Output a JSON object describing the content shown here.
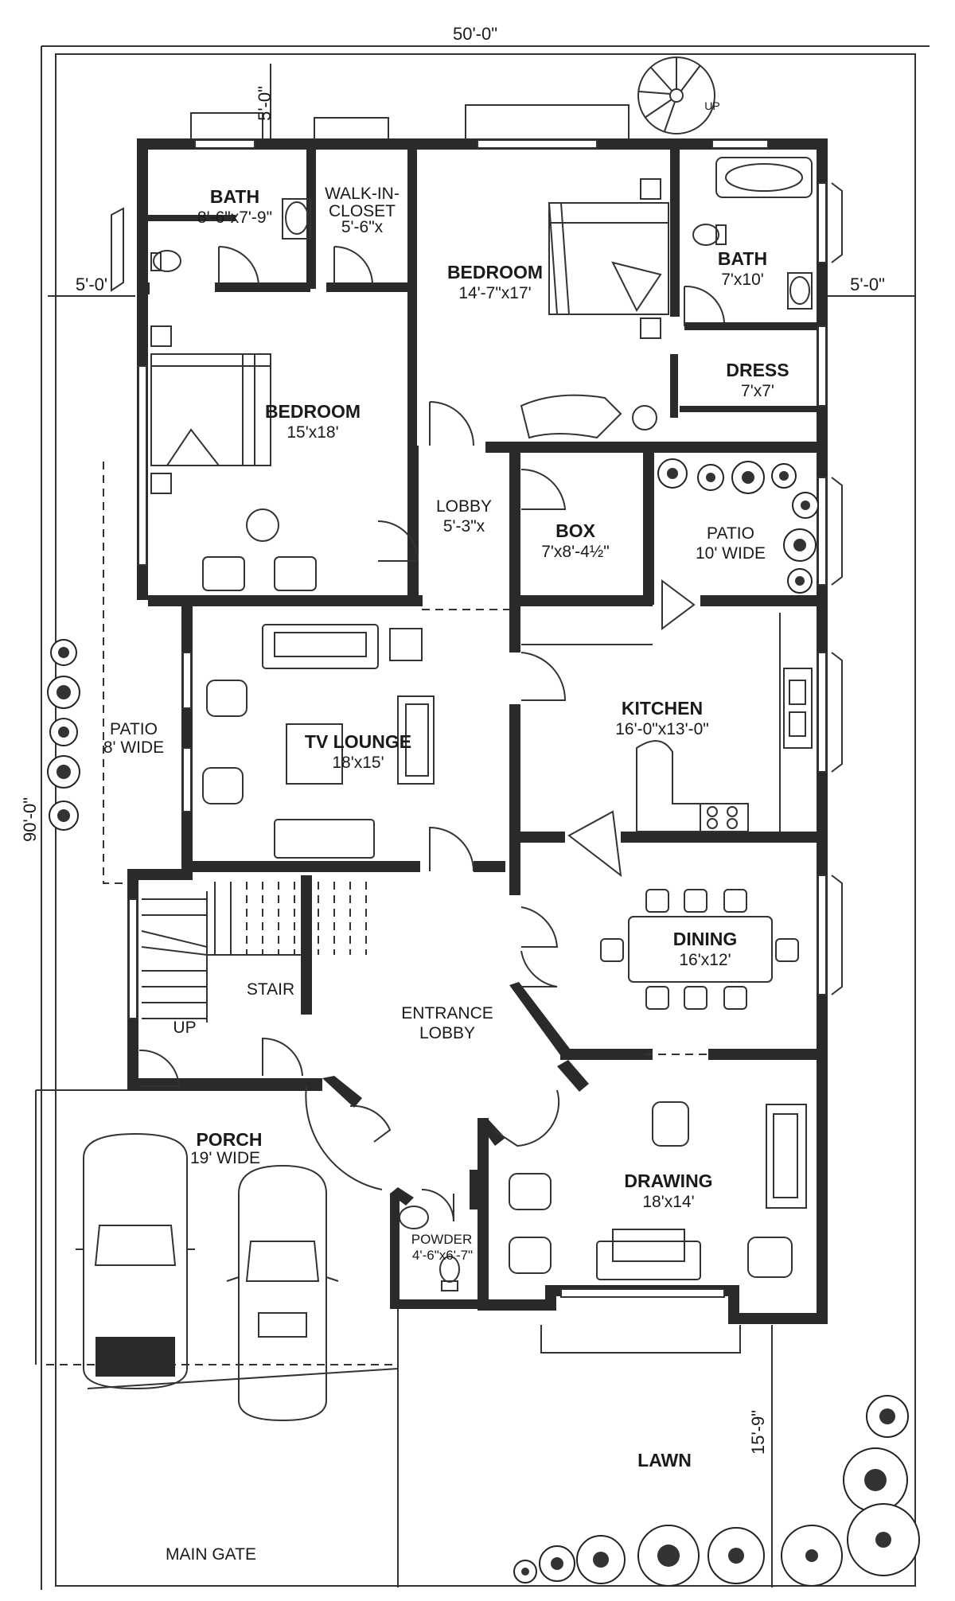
{
  "dimensions": {
    "top_width": "50'-0\"",
    "front_setback": "5'-0\"",
    "left_setback": "5'-0'",
    "right_setback": "5'-0\"",
    "depth": "90'-0\"",
    "lawn_depth": "15'-9\""
  },
  "rooms": {
    "bath_left": {
      "name": "BATH",
      "size": "8'-6\"x7'-9\""
    },
    "walk_in_closet": {
      "name_line1": "WALK-IN-",
      "name_line2": "CLOSET",
      "size": "5'-6\"x"
    },
    "bedroom_master": {
      "name": "BEDROOM",
      "size": "14'-7\"x17'"
    },
    "bath_right": {
      "name": "BATH",
      "size": "7'x10'"
    },
    "dress": {
      "name": "DRESS",
      "size": "7'x7'"
    },
    "bedroom_left": {
      "name": "BEDROOM",
      "size": "15'x18'"
    },
    "lobby": {
      "name": "LOBBY",
      "size": "5'-3\"x"
    },
    "box": {
      "name": "BOX",
      "size": "7'x8'-4½\""
    },
    "patio_right": {
      "name": "PATIO",
      "size": "10' WIDE"
    },
    "patio_left": {
      "name": "PATIO",
      "size": "8' WIDE"
    },
    "tv_lounge": {
      "name": "TV LOUNGE",
      "size": "18'x15'"
    },
    "kitchen": {
      "name": "KITCHEN",
      "size": "16'-0\"x13'-0\""
    },
    "dining": {
      "name": "DINING",
      "size": "16'x12'"
    },
    "stair": {
      "name": "STAIR",
      "up": "UP"
    },
    "entrance_lobby": {
      "name_line1": "ENTRANCE",
      "name_line2": "LOBBY"
    },
    "porch": {
      "name": "PORCH",
      "size": "19' WIDE"
    },
    "drawing": {
      "name": "DRAWING",
      "size": "18'x14'"
    },
    "powder": {
      "name": "POWDER",
      "size": "4'-6\"x6'-7\""
    },
    "lawn": {
      "name": "LAWN"
    },
    "spiral_stair": {
      "up": "UP"
    }
  },
  "main_gate": "MAIN GATE"
}
